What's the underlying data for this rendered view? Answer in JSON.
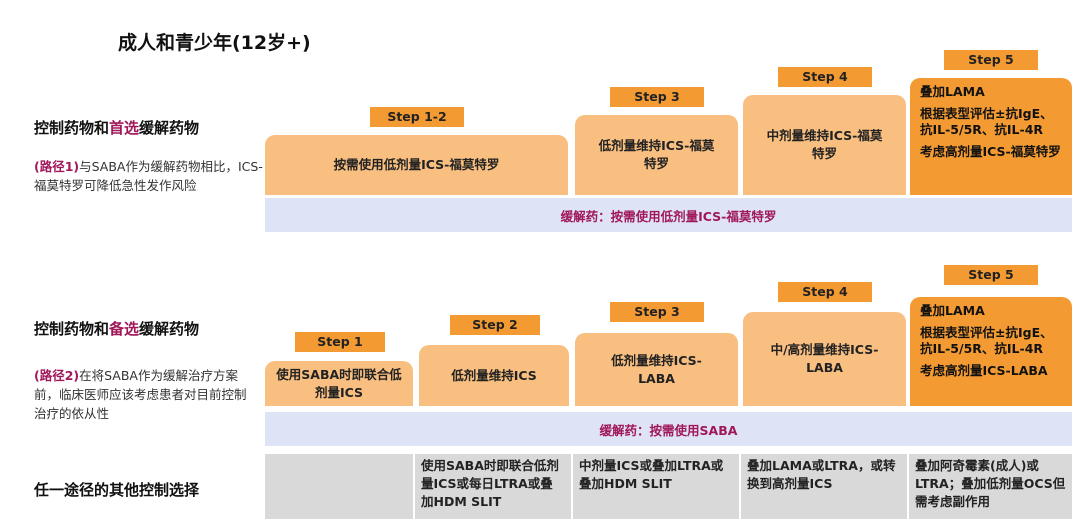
{
  "title": "成人和青少年(12岁+)",
  "track1": {
    "heading_pre": "控制药物和",
    "heading_hl": "首选",
    "heading_post": "缓解药物",
    "note_hl": "(路径1)",
    "note_text": "与SABA作为缓解药物相比，ICS-福莫特罗可降低急性发作风险",
    "steps": [
      {
        "label": "Step 1-2",
        "text": "按需使用低剂量ICS-福莫特罗"
      },
      {
        "label": "Step 3",
        "text": "低剂量维持ICS-福莫特罗"
      },
      {
        "label": "Step 4",
        "text": "中剂量维持ICS-福莫特罗"
      },
      {
        "label": "Step 5",
        "lines": [
          "叠加LAMA",
          "根据表型评估±抗IgE、抗IL-5/5R、抗IL-4R",
          "考虑高剂量ICS-福莫特罗"
        ]
      }
    ],
    "reliever": "缓解药：按需使用低剂量ICS-福莫特罗"
  },
  "track2": {
    "heading_pre": "控制药物和",
    "heading_hl": "备选",
    "heading_post": "缓解药物",
    "note_hl": "(路径2)",
    "note_text": "在将SABA作为缓解治疗方案前，临床医师应该考虑患者对目前控制治疗的依从性",
    "steps": [
      {
        "label": "Step 1",
        "text": "使用SABA时即联合低剂量ICS"
      },
      {
        "label": "Step 2",
        "text": "低剂量维持ICS"
      },
      {
        "label": "Step 3",
        "text": "低剂量维持ICS-LABA"
      },
      {
        "label": "Step 4",
        "text": "中/高剂量维持ICS-LABA"
      },
      {
        "label": "Step 5",
        "lines": [
          "叠加LAMA",
          "根据表型评估±抗IgE、抗IL-5/5R、抗IL-4R",
          "考虑高剂量ICS-LABA"
        ]
      }
    ],
    "reliever": "缓解药：按需使用SABA"
  },
  "other": {
    "heading": "任一途径的其他控制选择",
    "cells": [
      "",
      "使用SABA时即联合低剂量ICS或每日LTRA或叠加HDM SLIT",
      "中剂量ICS或叠加LTRA或叠加HDM SLIT",
      "叠加LAMA或LTRA，或转换到高剂量ICS",
      "叠加阿奇霉素(成人)或LTRA；叠加低剂量OCS但需考虑副作用"
    ]
  },
  "colors": {
    "step_label": "#f39a33",
    "step_box": "#f8bf80",
    "reliever_bg": "#dfe3f6",
    "highlight": "#a0185a",
    "other_bg": "#d9d9d9"
  }
}
